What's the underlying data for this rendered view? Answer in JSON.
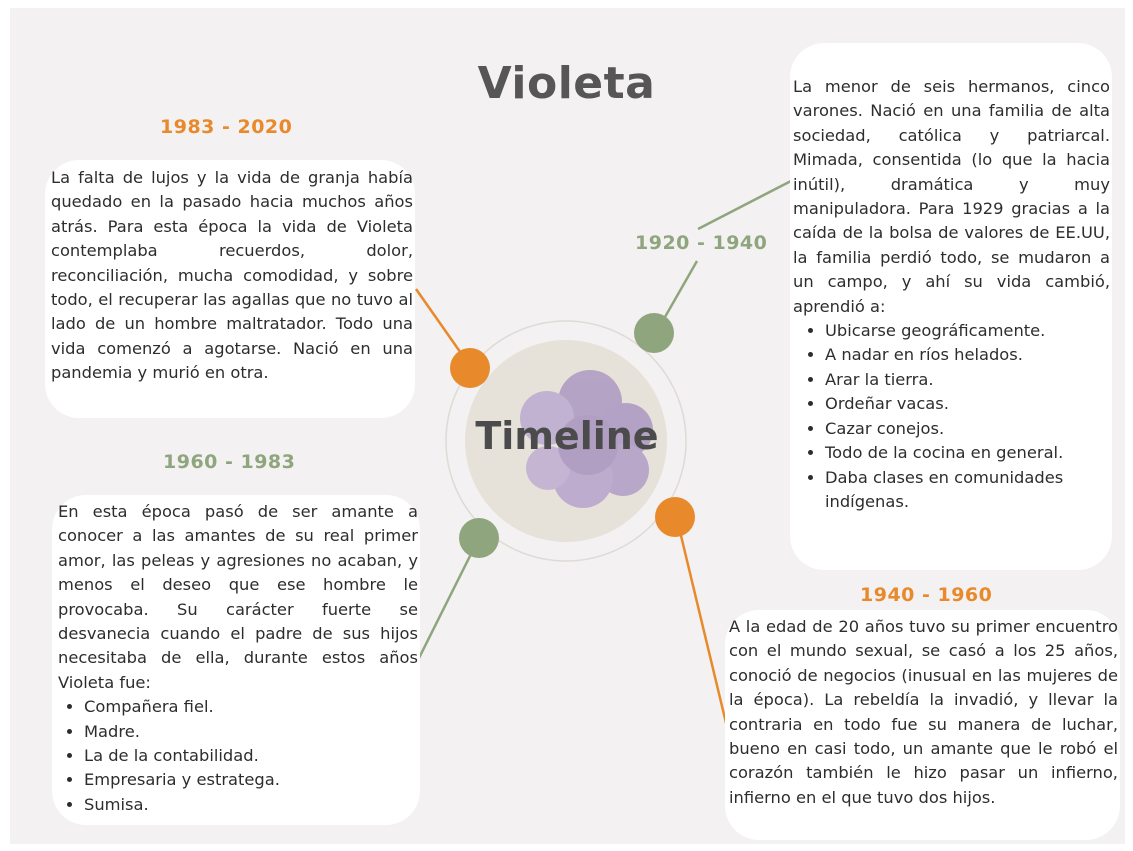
{
  "title": "Violeta",
  "center_label": "Timeline",
  "colors": {
    "orange": "#e8892b",
    "green": "#8fa57d",
    "background": "#f3f1f1",
    "card": "#ffffff",
    "text": "#2d2d2d"
  },
  "periods": {
    "p1983": {
      "years": "1983 - 2020",
      "text": "La falta de lujos y la vida de granja había quedado en la pasado hacia muchos años atrás. Para esta época la vida de Violeta contemplaba recuerdos, dolor, reconciliación, mucha comodidad, y sobre todo, el recuperar las agallas que no tuvo al lado de un hombre maltratador. Todo una vida comenzó a agotarse. Nació en una pandemia y murió en otra."
    },
    "p1960": {
      "years": "1960 - 1983",
      "text": "En esta época pasó de ser amante a conocer a las amantes de su real primer amor, las peleas y agresiones no acaban, y menos el deseo que ese hombre le provocaba. Su carácter fuerte se desvanecia cuando el padre de sus hijos necesitaba de ella, durante estos años Violeta fue:",
      "items": [
        "Compañera fiel.",
        "Madre.",
        "La de la contabilidad.",
        "Empresaria y estratega.",
        "Sumisa."
      ]
    },
    "p1920": {
      "years": "1920 - 1940",
      "text": "La menor de seis hermanos, cinco varones. Nació en una familia de alta sociedad, católica y patriarcal. Mimada, consentida (lo que la hacia inútil), dramática y muy manipuladora. Para 1929 gracias a la caída de la bolsa de valores de EE.UU, la familia perdió todo, se mudaron a un campo, y ahí su vida cambió, aprendió a:",
      "items": [
        "Ubicarse geográficamente.",
        "A nadar en ríos helados.",
        "Arar la tierra.",
        "Ordeñar vacas.",
        "Cazar conejos.",
        "Todo de la cocina en general.",
        "Daba clases en comunidades indígenas."
      ]
    },
    "p1940": {
      "years": "1940 - 1960",
      "text": "A la edad de 20 años tuvo su primer encuentro con el mundo sexual, se casó a los 25 años, conoció de negocios (inusual en las mujeres de la época). La rebeldía la invadió, y llevar la contraria en todo fue su manera de luchar, bueno en casi todo, un amante que le robó el corazón también le hizo pasar un infierno, infierno en el que tuvo dos hijos."
    }
  }
}
